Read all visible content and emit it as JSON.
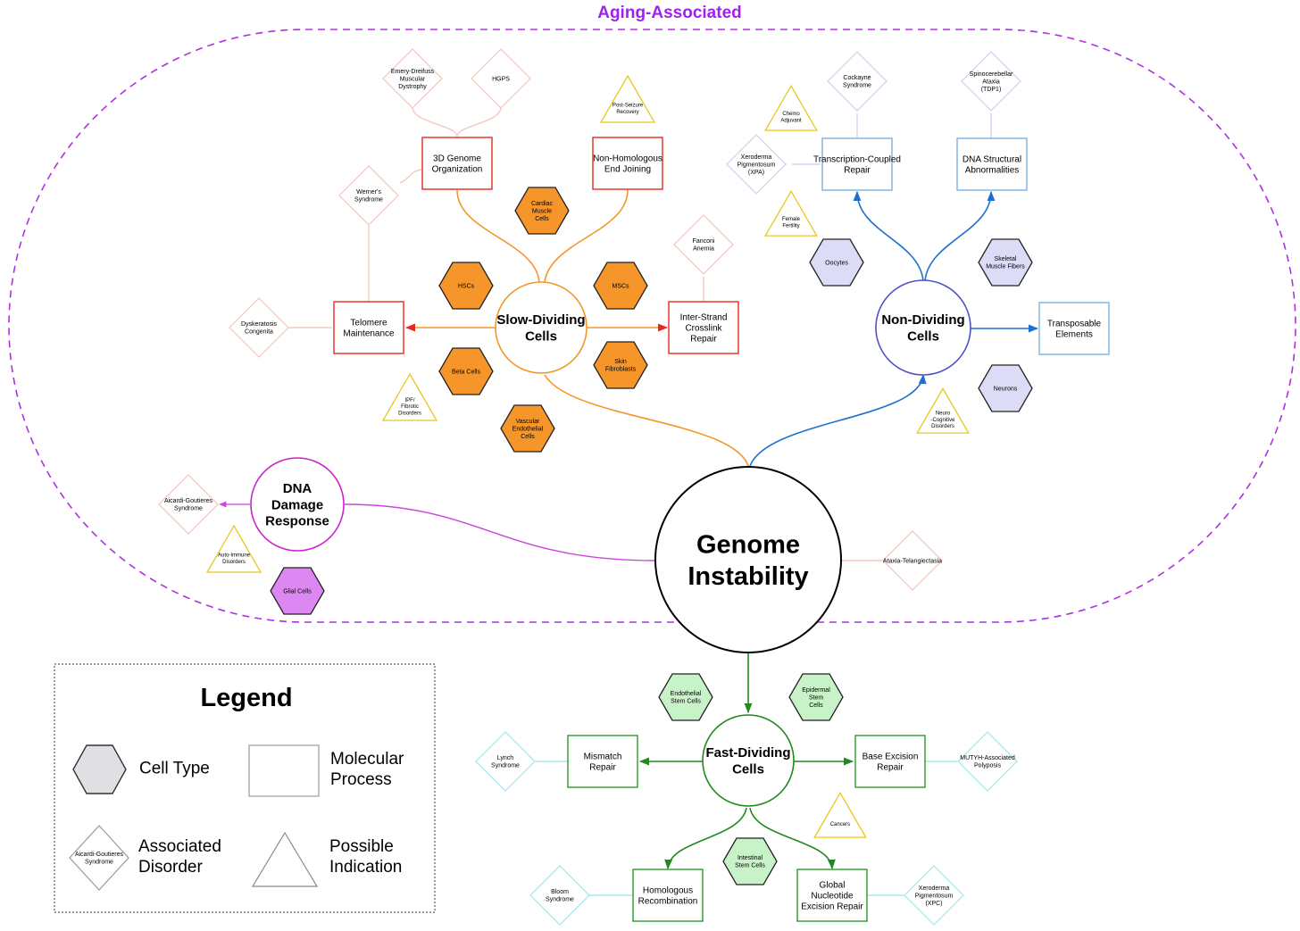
{
  "region": {
    "label": "Aging-Associated"
  },
  "colors": {
    "region": "#a020f0",
    "slow": "#f5952a",
    "slow_box": "#e8291c",
    "slow_hex": "#f5952a",
    "nondiv": "#1f6fd1",
    "nondiv_box": "#7ab0e0",
    "nondiv_hex": "#dcdcf7",
    "fast": "#1f8a1f",
    "fast_hex": "#c8f2c8",
    "ddr": "#cc44dd",
    "ddr_hex": "#dd88f2",
    "indication": "#e8c820",
    "disorder_slow": "#f4c9c0",
    "disorder_nondiv": "#d3d3ee",
    "disorder_fast": "#a8e8e8"
  },
  "hubs": {
    "genome": "Genome Instability",
    "slow": "Slow-Dividing Cells",
    "nondiv": "Non-Dividing Cells",
    "fast": "Fast-Dividing Cells",
    "ddr": "DNA Damage Response"
  },
  "processes": {
    "genome3d": "3D Genome Organization",
    "nhej": "Non-Homologous End Joining",
    "telomere": "Telomere Maintenance",
    "icl": "Inter-Strand Crosslink Repair",
    "tcr": "Transcription-Coupled Repair",
    "dna_struct": "DNA Structural Abnormalities",
    "transposable": "Transposable Elements",
    "mismatch": "Mismatch Repair",
    "ber": "Base Excision Repair",
    "hr": "Homologous Recombination",
    "ggr": "Global Nucleotide Excision Repair"
  },
  "cells": {
    "cardiac": "Cardiac Muscle Cells",
    "hscs": "HSCs",
    "mscs": "MSCs",
    "beta": "Beta Cells",
    "skin": "Skin Fibroblasts",
    "vascular": "Vascular Endothelial Cells",
    "oocytes": "Oocytes",
    "skeletal": "Skeletal Muscle Fibers",
    "neurons": "Neurons",
    "glial": "Glial Cells",
    "endothelial_stem": "Endothelial Stem Cells",
    "epidermal_stem": "Epidermal Stem Cells",
    "intestinal_stem": "Intestinal Stem Cells"
  },
  "disorders": {
    "emery": "Emery-Dreifuss Muscular Dystrophy",
    "hgps": "HGPS",
    "werner": "Werner's Syndrome",
    "dyskeratosis": "Dyskeratosis Congenita",
    "fanconi": "Fanconi Anemia",
    "cockayne": "Cockayne Syndrome",
    "sca": "Spinocerebellar Ataxia (TDP1)",
    "xpa": "Xeroderma Pigmentosum (XPA)",
    "aicardi": "Aicardi-Goutieres Syndrome",
    "ataxia": "Ataxia-Telangiectasia",
    "lynch": "Lynch Syndrome",
    "mutyh": "MUTYH-Associated Polyposis",
    "bloom": "Bloom Syndrome",
    "xpc": "Xeroderma Pigmentosum (XPC)"
  },
  "indications": {
    "post_seizure": "Post-Seizure Recovery",
    "chemo": "Chemo Adjuvant",
    "female_fertility": "Female Fertility",
    "ipf": "IPF/ Fibrotic Disorders",
    "neuro": "Neuro -Cognitive Disorders",
    "autoimmune": "Auto-Immune Disorders",
    "cancers": "Cancers"
  },
  "legend": {
    "title": "Legend",
    "cell_type": "Cell Type",
    "molecular_process": "Molecular Process",
    "associated_disorder": "Associated Disorder",
    "possible_indication": "Possible Indication",
    "example_disorder": "Aicardi-Goutieres Syndrome"
  }
}
